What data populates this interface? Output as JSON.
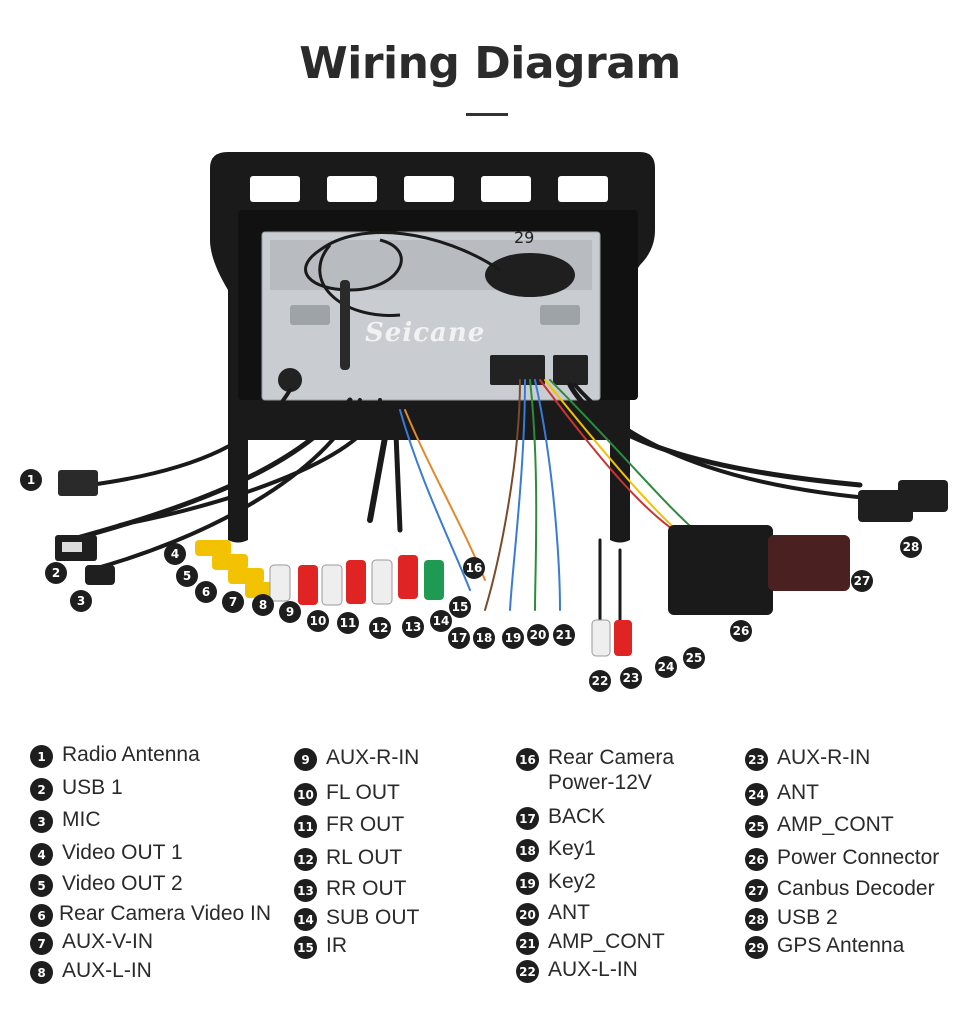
{
  "title": "Wiring Diagram",
  "watermark": "Seicane",
  "colors": {
    "text": "#2a2a2a",
    "badge": "#1e1e1e",
    "frame": "#1a1a1a",
    "unit": "#c9ccd0"
  },
  "legend": {
    "col1": [
      {
        "n": "1",
        "label": "Radio Antenna"
      },
      {
        "n": "2",
        "label": "USB 1"
      },
      {
        "n": "3",
        "label": "MIC"
      },
      {
        "n": "4",
        "label": "Video OUT 1"
      },
      {
        "n": "5",
        "label": "Video OUT 2"
      },
      {
        "n": "6",
        "label": "Rear Camera Video IN"
      },
      {
        "n": "7",
        "label": "AUX-V-IN"
      },
      {
        "n": "8",
        "label": "AUX-L-IN"
      }
    ],
    "col2": [
      {
        "n": "9",
        "label": "AUX-R-IN"
      },
      {
        "n": "10",
        "label": "FL OUT"
      },
      {
        "n": "11",
        "label": "FR OUT"
      },
      {
        "n": "12",
        "label": "RL OUT"
      },
      {
        "n": "13",
        "label": "RR OUT"
      },
      {
        "n": "14",
        "label": "SUB OUT"
      },
      {
        "n": "15",
        "label": "IR"
      }
    ],
    "col3": [
      {
        "n": "16",
        "label": "Rear Camera",
        "label2": "Power-12V"
      },
      {
        "n": "17",
        "label": "BACK"
      },
      {
        "n": "18",
        "label": "Key1"
      },
      {
        "n": "19",
        "label": "Key2"
      },
      {
        "n": "20",
        "label": "ANT"
      },
      {
        "n": "21",
        "label": "AMP_CONT"
      },
      {
        "n": "22",
        "label": "AUX-L-IN"
      }
    ],
    "col4": [
      {
        "n": "23",
        "label": "AUX-R-IN"
      },
      {
        "n": "24",
        "label": "ANT"
      },
      {
        "n": "25",
        "label": "AMP_CONT"
      },
      {
        "n": "26",
        "label": "Power Connector"
      },
      {
        "n": "27",
        "label": "Canbus Decoder"
      },
      {
        "n": "28",
        "label": "USB 2"
      },
      {
        "n": "29",
        "label": "GPS Antenna"
      }
    ]
  },
  "callouts": [
    "1",
    "2",
    "3",
    "4",
    "5",
    "6",
    "7",
    "8",
    "9",
    "10",
    "11",
    "12",
    "13",
    "14",
    "15",
    "16",
    "17",
    "18",
    "19",
    "20",
    "21",
    "22",
    "23",
    "24",
    "25",
    "26",
    "27",
    "28",
    "29"
  ]
}
